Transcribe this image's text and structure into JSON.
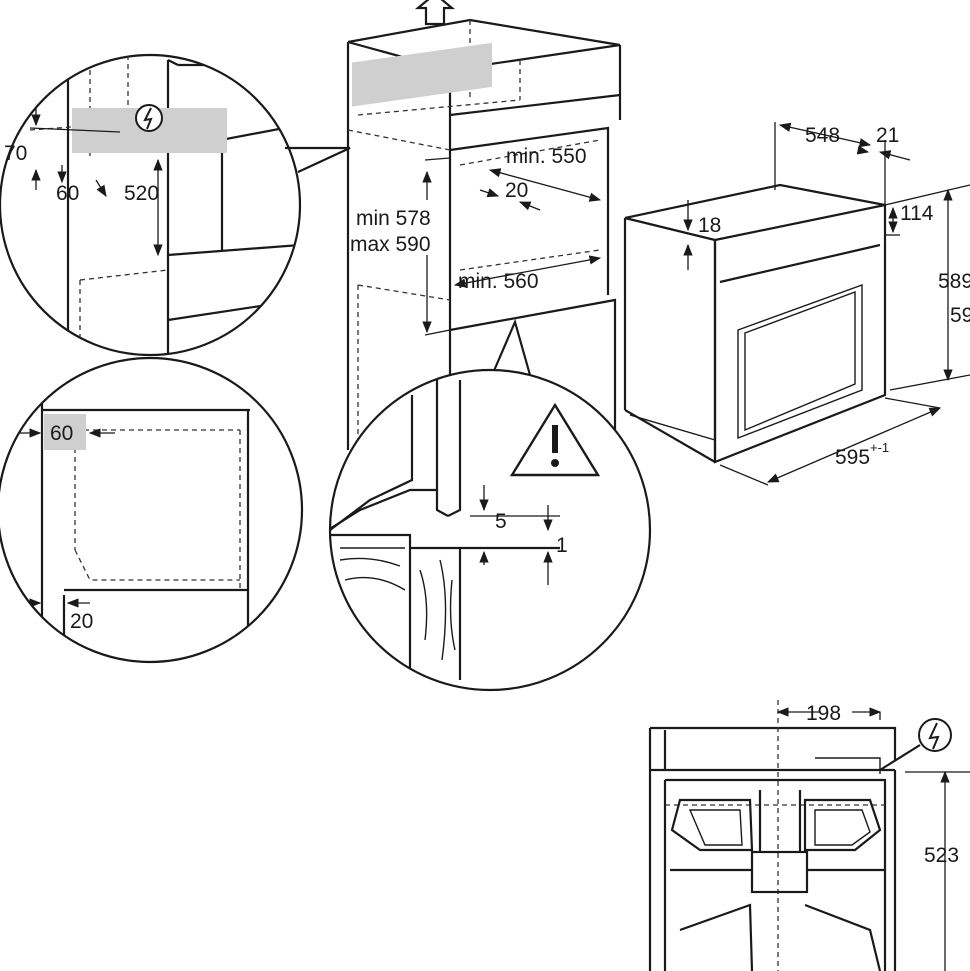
{
  "labels": {
    "d70": "70",
    "d60_top": "60",
    "d520": "520",
    "d60_box": "60",
    "d20_left": "20",
    "min578": "min 578",
    "max590": "max 590",
    "min550": "min. 550",
    "d20_center": "20",
    "min560": "min. 560",
    "d5": "5",
    "d1": "1",
    "d548": "548",
    "d21": "21",
    "d18": "18",
    "d114": "114",
    "d589": "589",
    "d59": "59",
    "d595": "595",
    "d595_tol": "+-1",
    "d198": "198",
    "d523": "523"
  },
  "icons": {
    "electric_top": "electric-connection-icon",
    "electric_bottom": "electric-connection-icon",
    "warning": "warning-triangle-icon",
    "airflow": "airflow-arrow-icon"
  }
}
